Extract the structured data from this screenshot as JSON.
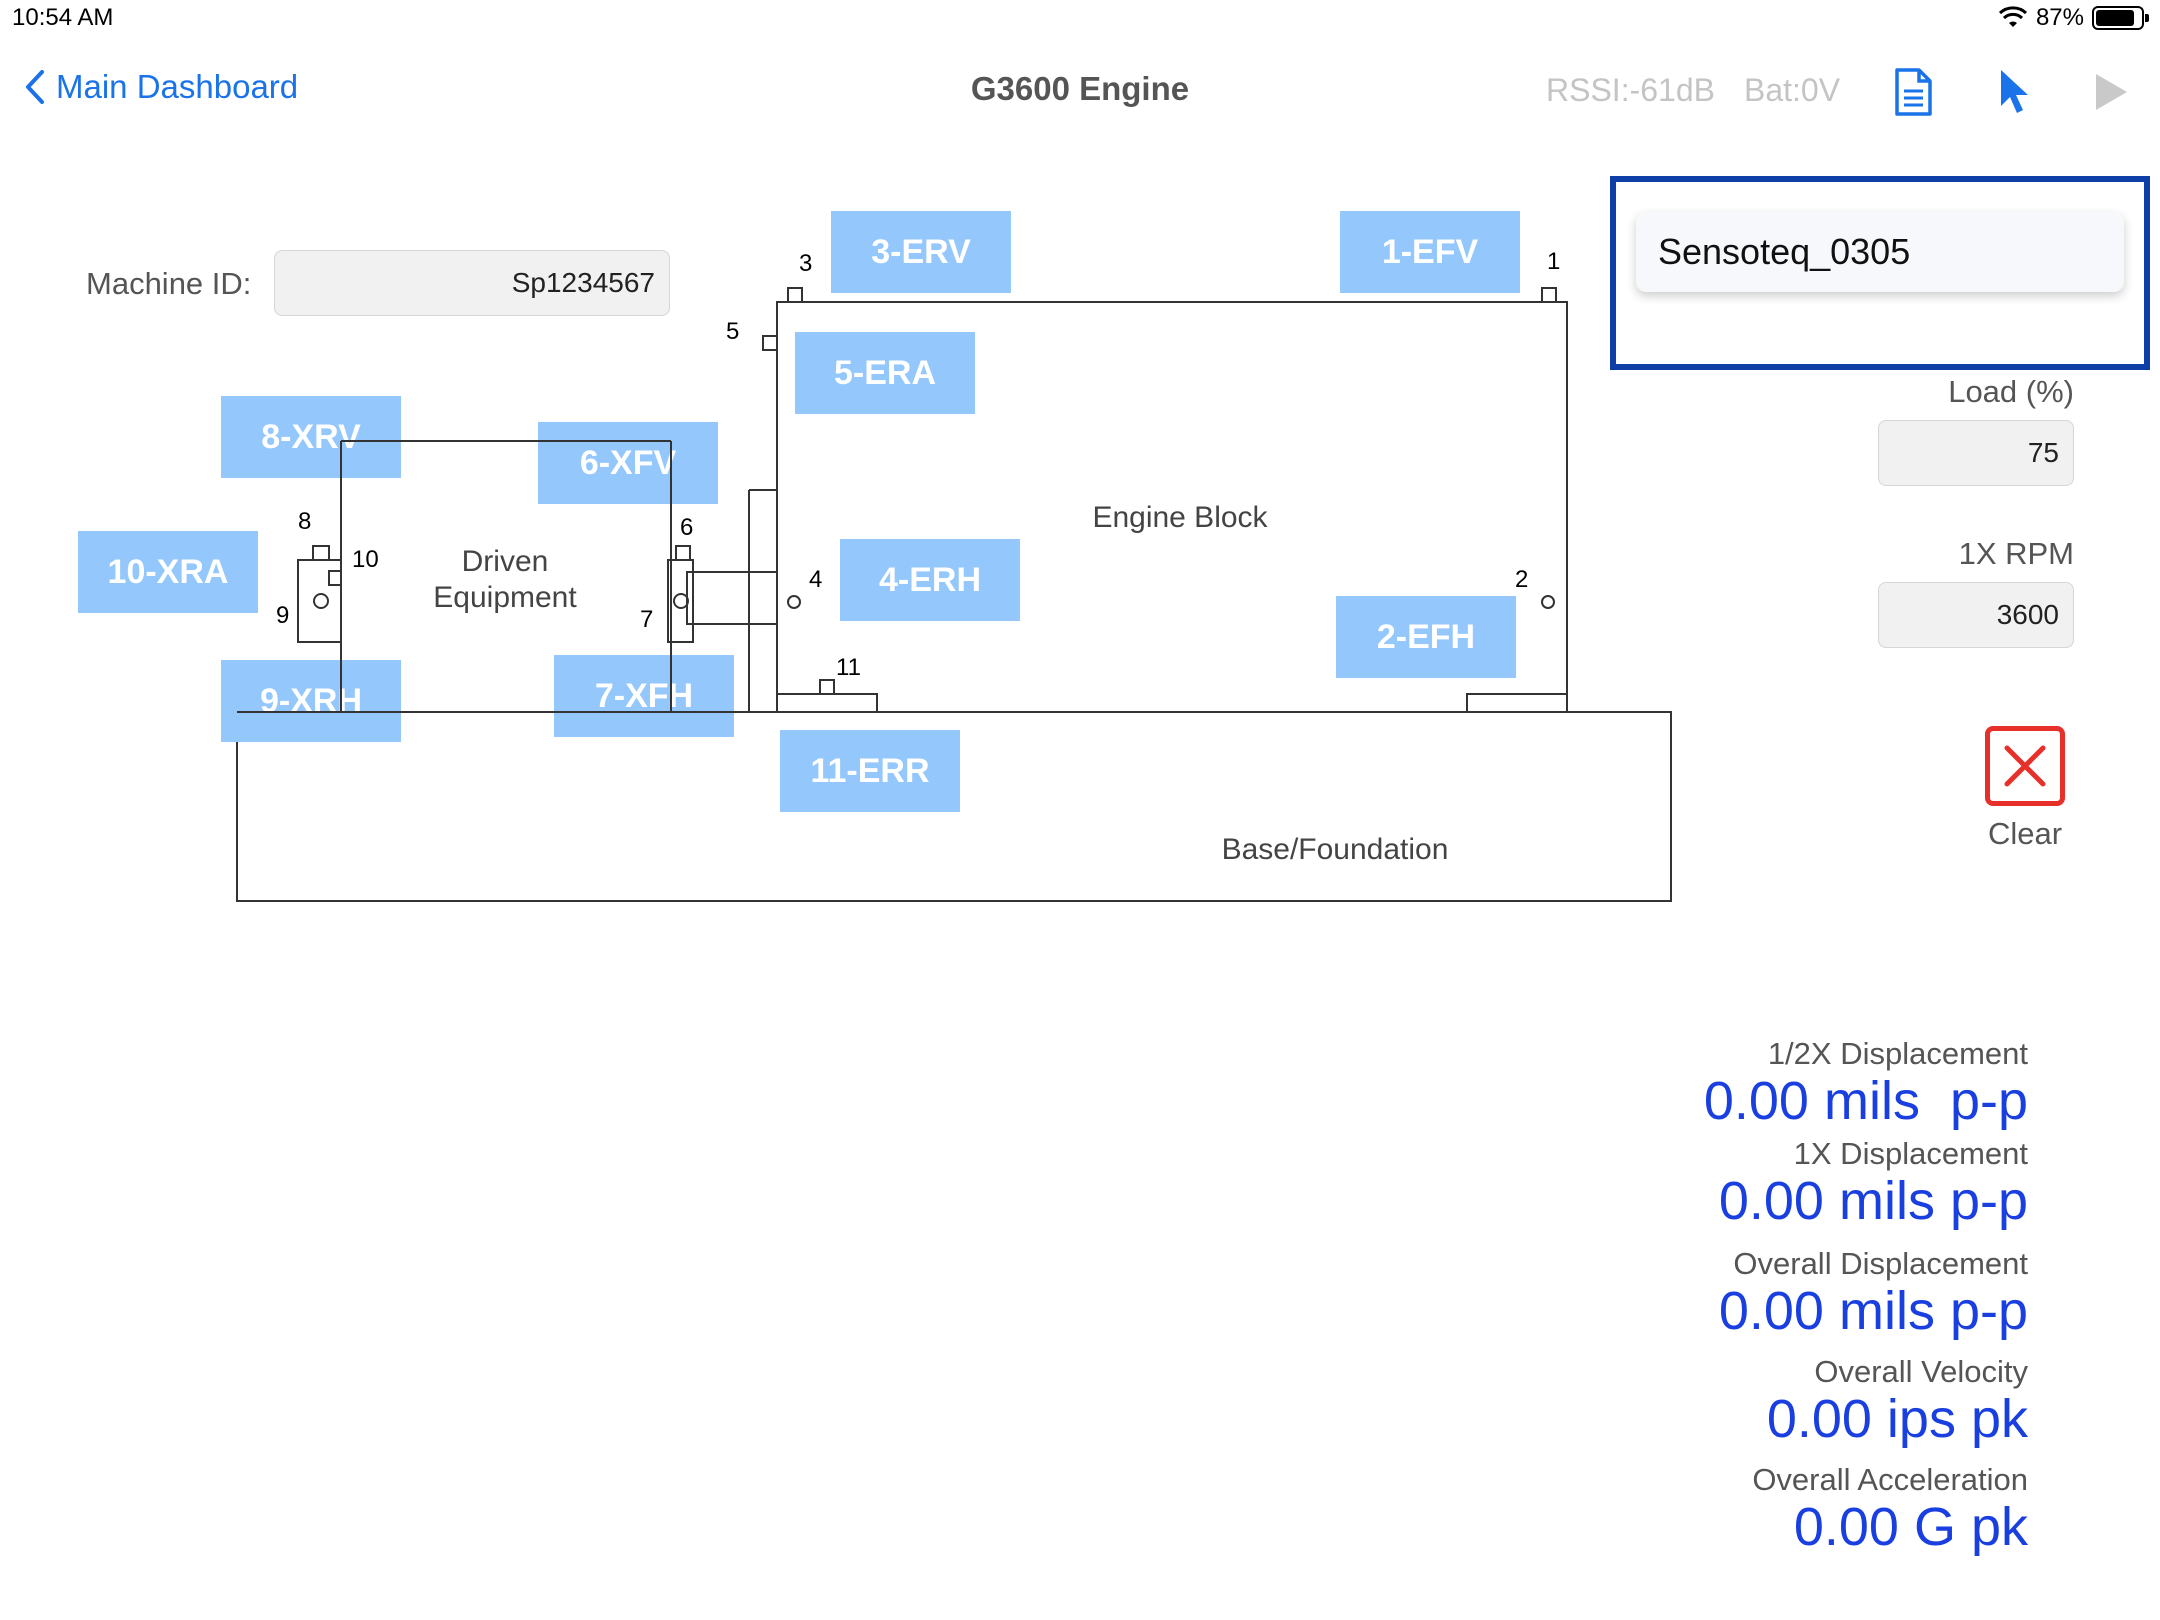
{
  "status_bar": {
    "time": "10:54 AM",
    "battery_percent_text": "87%",
    "battery_level": 0.87
  },
  "nav": {
    "back_label": "Main Dashboard",
    "title": "G3600 Engine",
    "rssi": "RSSI:-61dB",
    "battery": "Bat:0V"
  },
  "machine": {
    "label": "Machine ID:",
    "value": "Sp1234567"
  },
  "diagram": {
    "sensors": [
      "3-ERV",
      "1-EFV",
      "5-ERA",
      "8-XRV",
      "6-XFV",
      "10-XRA",
      "4-ERH",
      "2-EFH",
      "9-XRH",
      "7-XFH",
      "11-ERR"
    ],
    "numbers": [
      "3",
      "1",
      "5",
      "8",
      "10",
      "9",
      "6",
      "7",
      "4",
      "2",
      "11"
    ],
    "labels": {
      "engine_block": "Engine Block",
      "driven_equipment": "Driven\nEquipment",
      "base_foundation": "Base/Foundation"
    }
  },
  "right_panel": {
    "sensor_selected": "Sensoteq_0305",
    "load_label": "Load (%)",
    "load_value": "75",
    "rpm_label": "1X RPM",
    "rpm_value": "3600",
    "clear_label": "Clear"
  },
  "metrics": [
    {
      "label": "1/2X Displacement",
      "value": "0.00 mils  p-p"
    },
    {
      "label": "1X Displacement",
      "value": "0.00 mils p-p"
    },
    {
      "label": "Overall Displacement",
      "value": "0.00 mils p-p"
    },
    {
      "label": "Overall Velocity",
      "value": "0.00 ips pk"
    },
    {
      "label": "Overall Acceleration",
      "value": "0.00 G pk"
    }
  ],
  "colors": {
    "accent": "#1a73e8",
    "sensor_button": "#94c7fb",
    "metric_value": "#1a3fe0",
    "selection_border": "#0d3fa6",
    "clear_red": "#e8302a"
  }
}
